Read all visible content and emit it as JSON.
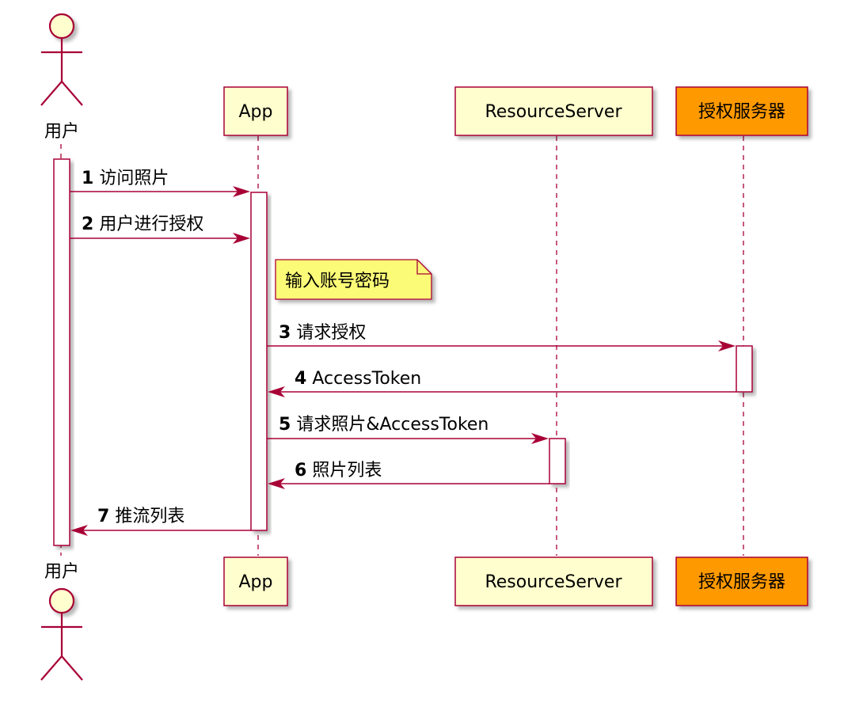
{
  "participants": [
    {
      "id": "user",
      "label": "用户",
      "kind": "actor"
    },
    {
      "id": "app",
      "label": "App",
      "kind": "box"
    },
    {
      "id": "resource",
      "label": "ResourceServer",
      "kind": "box"
    },
    {
      "id": "auth",
      "label": "授权服务器",
      "kind": "box",
      "highlight": true
    }
  ],
  "messages": [
    {
      "num": "1",
      "text": "访问照片",
      "from": "user",
      "to": "app"
    },
    {
      "num": "2",
      "text": "用户进行授权",
      "from": "user",
      "to": "app"
    },
    {
      "num": "3",
      "text": "请求授权",
      "from": "app",
      "to": "auth"
    },
    {
      "num": "4",
      "text": "AccessToken",
      "from": "auth",
      "to": "app"
    },
    {
      "num": "5",
      "text": "请求照片&AccessToken",
      "from": "app",
      "to": "resource"
    },
    {
      "num": "6",
      "text": "照片列表",
      "from": "resource",
      "to": "app"
    },
    {
      "num": "7",
      "text": "推流列表",
      "from": "app",
      "to": "user"
    }
  ],
  "note": {
    "text": "输入账号密码"
  },
  "colors": {
    "line": "#a80036",
    "box_fill": "#fefece",
    "highlight_fill": "#ff9900",
    "note_fill": "#fbfb77",
    "shadow": "#c8c8c8"
  }
}
